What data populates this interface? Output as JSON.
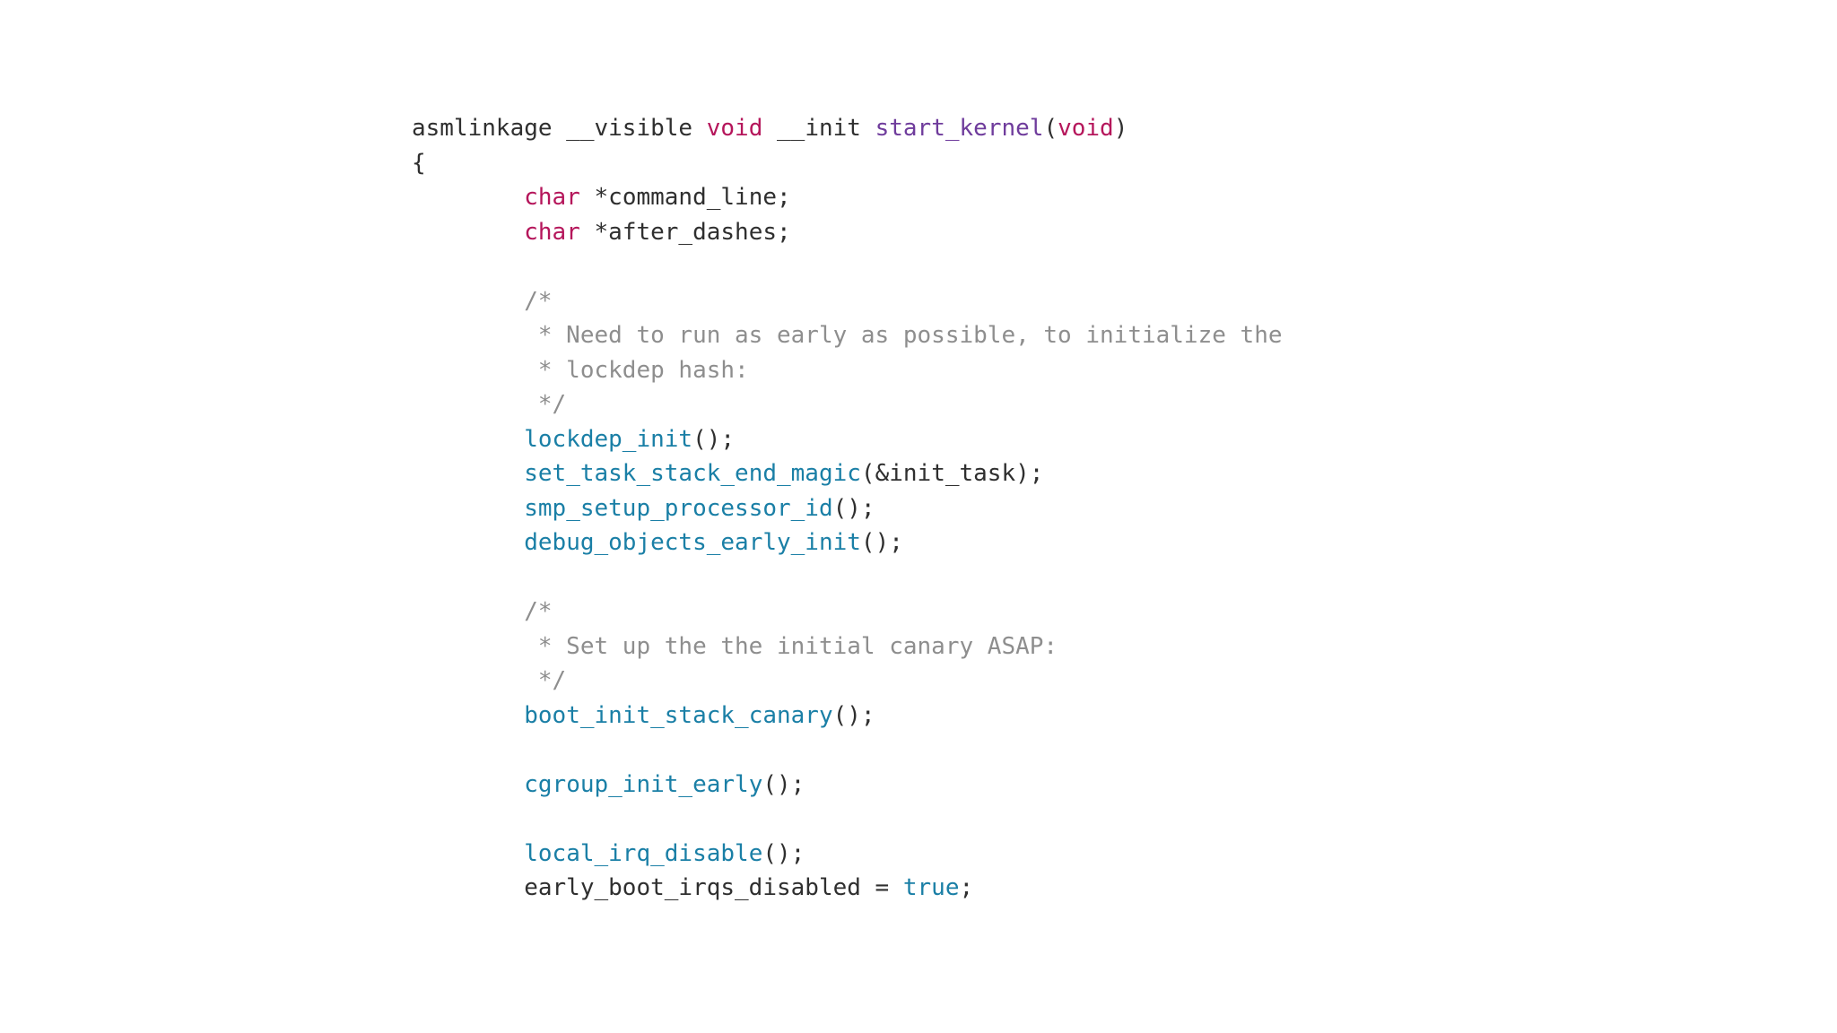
{
  "theme": {
    "background": "#ffffff",
    "text": "#2f2f2f",
    "keyword": "#b5165b",
    "function_name": "#6f3c9c",
    "call": "#1a7fa6",
    "comment": "#8e8e8e"
  },
  "code": {
    "language": "c",
    "lines": [
      [
        {
          "t": "asmlinkage __visible ",
          "k": "plain"
        },
        {
          "t": "void",
          "k": "keyword"
        },
        {
          "t": " __init ",
          "k": "plain"
        },
        {
          "t": "start_kernel",
          "k": "fn"
        },
        {
          "t": "(",
          "k": "plain"
        },
        {
          "t": "void",
          "k": "keyword"
        },
        {
          "t": ")",
          "k": "plain"
        }
      ],
      [
        {
          "t": "{",
          "k": "plain"
        }
      ],
      [
        {
          "t": "        ",
          "k": "plain"
        },
        {
          "t": "char",
          "k": "keyword"
        },
        {
          "t": " *command_line;",
          "k": "plain"
        }
      ],
      [
        {
          "t": "        ",
          "k": "plain"
        },
        {
          "t": "char",
          "k": "keyword"
        },
        {
          "t": " *after_dashes;",
          "k": "plain"
        }
      ],
      [],
      [
        {
          "t": "        /*",
          "k": "comment"
        }
      ],
      [
        {
          "t": "         * Need to run as early as possible, to initialize the",
          "k": "comment"
        }
      ],
      [
        {
          "t": "         * lockdep hash:",
          "k": "comment"
        }
      ],
      [
        {
          "t": "         */",
          "k": "comment"
        }
      ],
      [
        {
          "t": "        ",
          "k": "plain"
        },
        {
          "t": "lockdep_init",
          "k": "call"
        },
        {
          "t": "();",
          "k": "plain"
        }
      ],
      [
        {
          "t": "        ",
          "k": "plain"
        },
        {
          "t": "set_task_stack_end_magic",
          "k": "call"
        },
        {
          "t": "(&init_task);",
          "k": "plain"
        }
      ],
      [
        {
          "t": "        ",
          "k": "plain"
        },
        {
          "t": "smp_setup_processor_id",
          "k": "call"
        },
        {
          "t": "();",
          "k": "plain"
        }
      ],
      [
        {
          "t": "        ",
          "k": "plain"
        },
        {
          "t": "debug_objects_early_init",
          "k": "call"
        },
        {
          "t": "();",
          "k": "plain"
        }
      ],
      [],
      [
        {
          "t": "        /*",
          "k": "comment"
        }
      ],
      [
        {
          "t": "         * Set up the the initial canary ASAP:",
          "k": "comment"
        }
      ],
      [
        {
          "t": "         */",
          "k": "comment"
        }
      ],
      [
        {
          "t": "        ",
          "k": "plain"
        },
        {
          "t": "boot_init_stack_canary",
          "k": "call"
        },
        {
          "t": "();",
          "k": "plain"
        }
      ],
      [],
      [
        {
          "t": "        ",
          "k": "plain"
        },
        {
          "t": "cgroup_init_early",
          "k": "call"
        },
        {
          "t": "();",
          "k": "plain"
        }
      ],
      [],
      [
        {
          "t": "        ",
          "k": "plain"
        },
        {
          "t": "local_irq_disable",
          "k": "call"
        },
        {
          "t": "();",
          "k": "plain"
        }
      ],
      [
        {
          "t": "        early_boot_irqs_disabled = ",
          "k": "plain"
        },
        {
          "t": "true",
          "k": "call"
        },
        {
          "t": ";",
          "k": "plain"
        }
      ]
    ]
  }
}
